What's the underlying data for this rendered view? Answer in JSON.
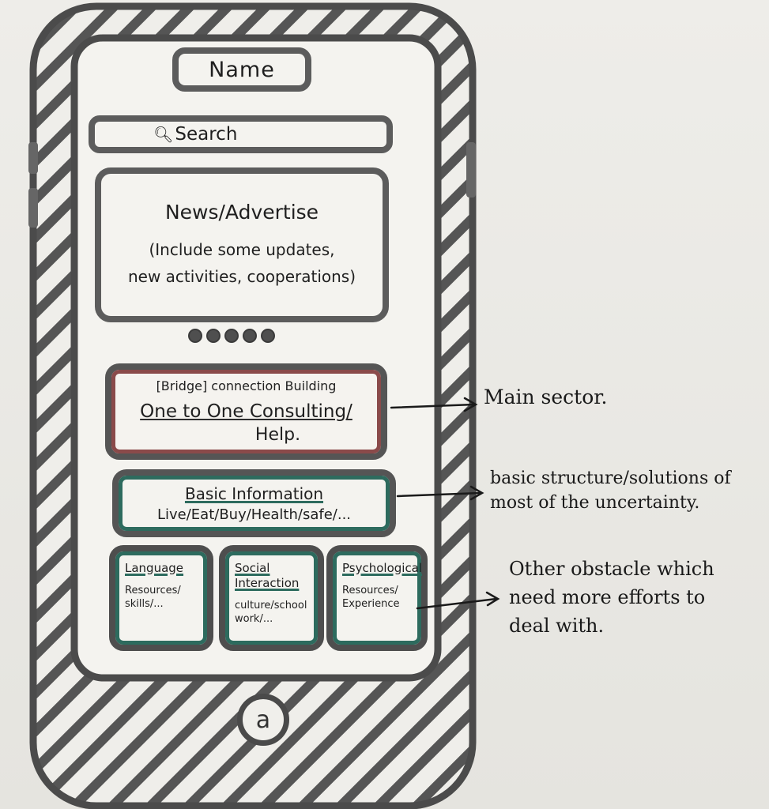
{
  "app": {
    "name": "Name"
  },
  "search": {
    "icon": "search-icon",
    "label": "Search"
  },
  "news": {
    "title": "News/Advertise",
    "body_line1": "(Include some updates,",
    "body_line2": "new activities, cooperations)",
    "carousel_dots": 5
  },
  "bridge": {
    "tag": "[Bridge] connection Building",
    "main": "One to One Consulting/",
    "help": "Help."
  },
  "basic": {
    "title": "Basic Information",
    "items": "Live/Eat/Buy/Health/safe/..."
  },
  "tiles": [
    {
      "title": "Language",
      "desc": "Resources/ skills/..."
    },
    {
      "title": "Social Interaction",
      "desc": "culture/school work/..."
    },
    {
      "title": "Psychological",
      "desc": "Resources/ Experience"
    }
  ],
  "home": {
    "icon": "home-button-icon",
    "glyph": "a"
  },
  "annotations": {
    "main": "Main sector.",
    "basic": "basic structure/solutions of most of the uncertainty.",
    "other": "Other obstacle which need more efforts to deal with."
  },
  "colors": {
    "bridge_accent": "#8a4a4a",
    "sector_accent": "#2d6b5e",
    "outline": "#5c5c5c"
  }
}
